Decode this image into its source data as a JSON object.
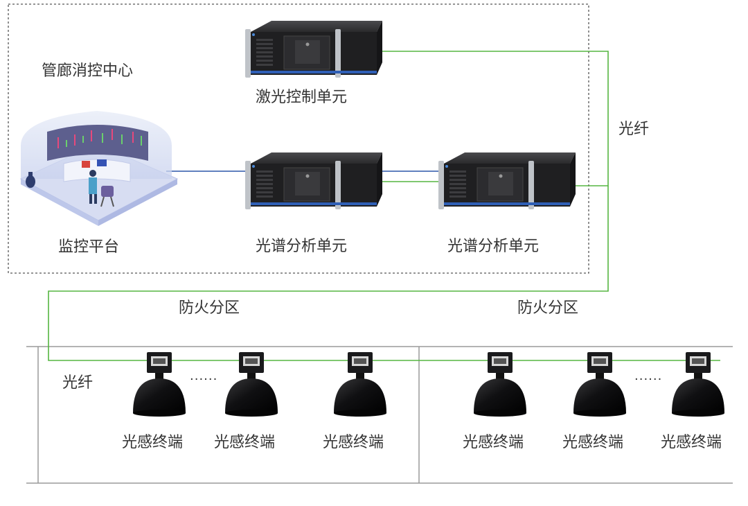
{
  "control_center": {
    "title": "管廊消控中心"
  },
  "monitor_platform": {
    "label": "监控平台"
  },
  "laser_control_unit": {
    "label": "激光控制单元"
  },
  "spectrum_unit_1": {
    "label": "光谱分析单元"
  },
  "spectrum_unit_2": {
    "label": "光谱分析单元"
  },
  "fiber_label_right": "光纤",
  "fiber_label_left": "光纤",
  "fire_zones": [
    {
      "label": "防火分区"
    },
    {
      "label": "防火分区"
    }
  ],
  "terminals": [
    {
      "label": "光感终端"
    },
    {
      "label": "光感终端"
    },
    {
      "label": "光感终端"
    },
    {
      "label": "光感终端"
    },
    {
      "label": "光感终端"
    },
    {
      "label": "光感终端"
    }
  ],
  "ellipsis": "......",
  "colors": {
    "fiber_green": "#55b540",
    "link_blue": "#2b55a8",
    "dashed_border": "#555555",
    "zone_lines": "#9a9a9a",
    "device_body": "#2a2a2c",
    "terminal_dome": "#0e0e10"
  }
}
